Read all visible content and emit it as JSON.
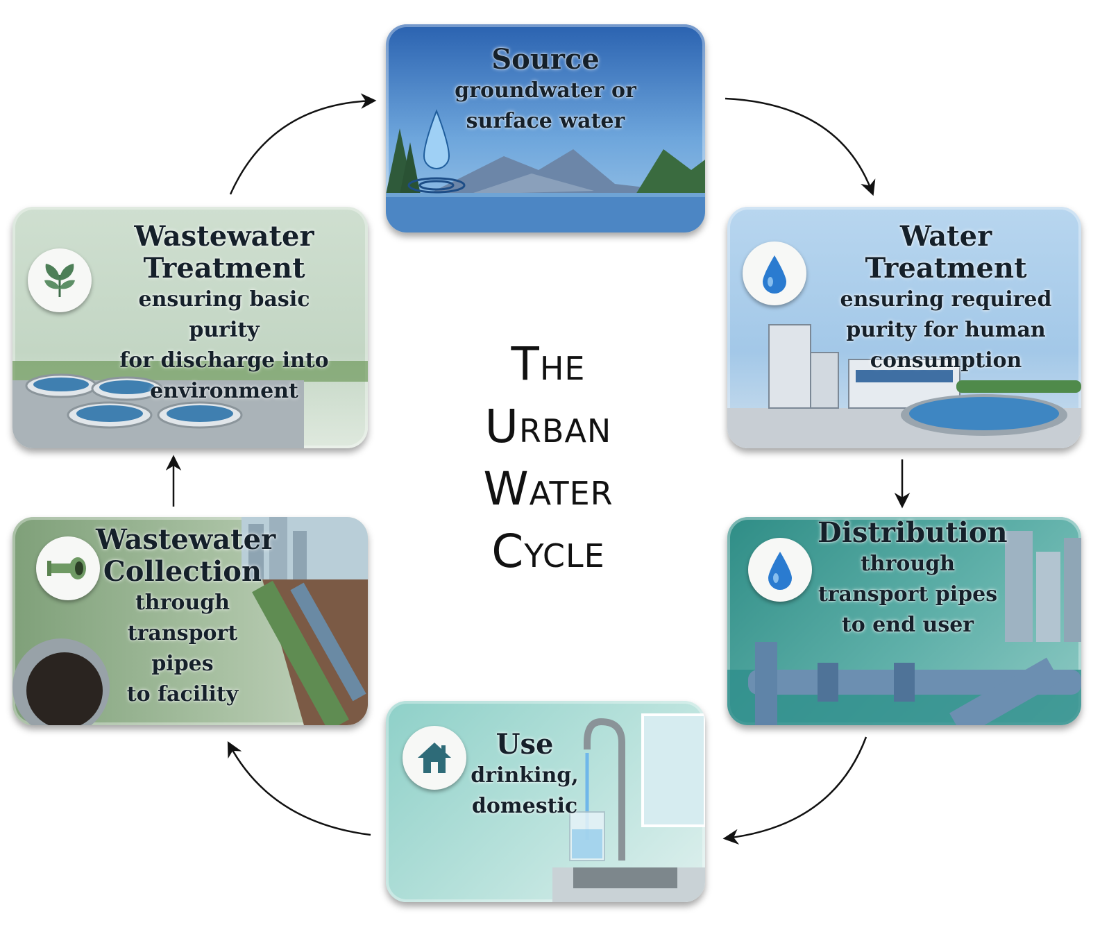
{
  "title": {
    "line1": "The",
    "line2": "Urban",
    "line3": "Water",
    "line4": "Cycle"
  },
  "stages": {
    "source": {
      "title": "Source",
      "desc1": "groundwater or",
      "desc2": "surface water",
      "icon": "water-drop-icon"
    },
    "water_treatment": {
      "title": "Water Treatment",
      "desc1": "ensuring required",
      "desc2": "purity for human",
      "desc3": "consumption",
      "icon": "water-drop-icon"
    },
    "distribution": {
      "title": "Distribution",
      "desc1": "through",
      "desc2": "transport pipes",
      "desc3": "to end user",
      "icon": "water-drop-icon"
    },
    "use": {
      "title": "Use",
      "desc1": "drinking,",
      "desc2": "domestic",
      "icon": "house-icon"
    },
    "wastewater_collection": {
      "title1": "Wastewater",
      "title2": "Collection",
      "desc1": "through",
      "desc2": "transport pipes",
      "desc3": "to facility",
      "icon": "pipe-icon"
    },
    "wastewater_treatment": {
      "title1": "Wastewater",
      "title2": "Treatment",
      "desc1": "ensuring basic purity",
      "desc2": "for discharge into",
      "desc3": "environment",
      "icon": "leaf-icon"
    }
  },
  "colors": {
    "source": "#2f6fb8",
    "water_treatment": "#a9ccea",
    "distribution": "#3f9a93",
    "use": "#9fd3cc",
    "wastewater_collection": "#86a77f",
    "wastewater_treatment": "#c9dccb",
    "arrow": "#111111"
  }
}
